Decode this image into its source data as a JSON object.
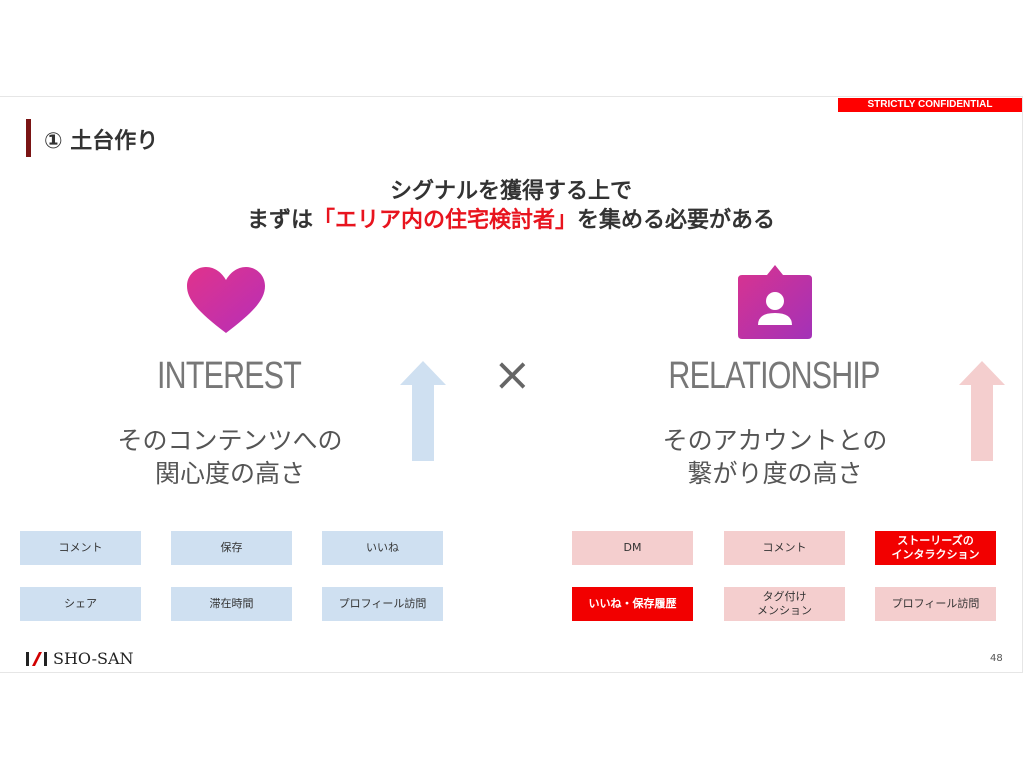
{
  "confidential": "STRICTLY CONFIDENTIAL",
  "title": "① 土台作り",
  "lead": {
    "line1": "シグナルを獲得する上で",
    "line2_pre": "まずは",
    "line2_highlight": "「エリア内の住宅検討者」",
    "line2_post": "を集める必要がある"
  },
  "interest": {
    "keyword": "INTEREST",
    "desc1": "そのコンテンツへの",
    "desc2": "関心度の高さ",
    "icon": "heart-icon",
    "items": [
      "コメント",
      "保存",
      "いいね",
      "シェア",
      "滞在時間",
      "プロフィール訪問"
    ]
  },
  "times": "×",
  "relationship": {
    "keyword": "RELATIONSHIP",
    "desc1": "そのアカウントとの",
    "desc2": "繋がり度の高さ",
    "icon": "contact-card-icon",
    "items": [
      "DM",
      "コメント",
      "ストーリーズの\nインタラクション",
      "いいね・保存履歴",
      "タグ付け\nメンション",
      "プロフィール訪問"
    ]
  },
  "logo": "SHO-SAN",
  "page_number": "48",
  "colors": {
    "accent": "#f20000",
    "blue_box": "#cfe0f1",
    "pink_box": "#f4cece"
  }
}
